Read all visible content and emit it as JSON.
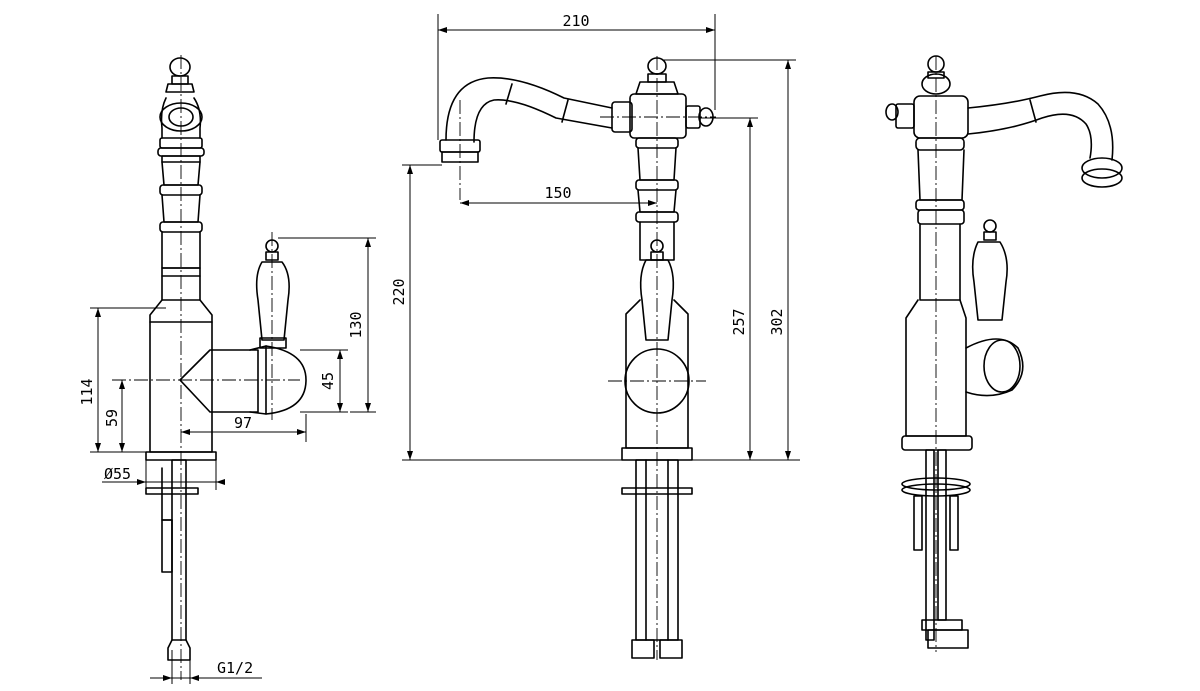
{
  "side_view": {
    "dims": {
      "d114": "114",
      "d59": "59",
      "d55": "Ø55",
      "d97": "97",
      "d45": "45",
      "d130": "130",
      "g12": "G1/2"
    }
  },
  "front_view": {
    "dims": {
      "d210": "210",
      "d150": "150",
      "d220": "220",
      "d257": "257",
      "d302": "302"
    }
  },
  "iso_view": {}
}
